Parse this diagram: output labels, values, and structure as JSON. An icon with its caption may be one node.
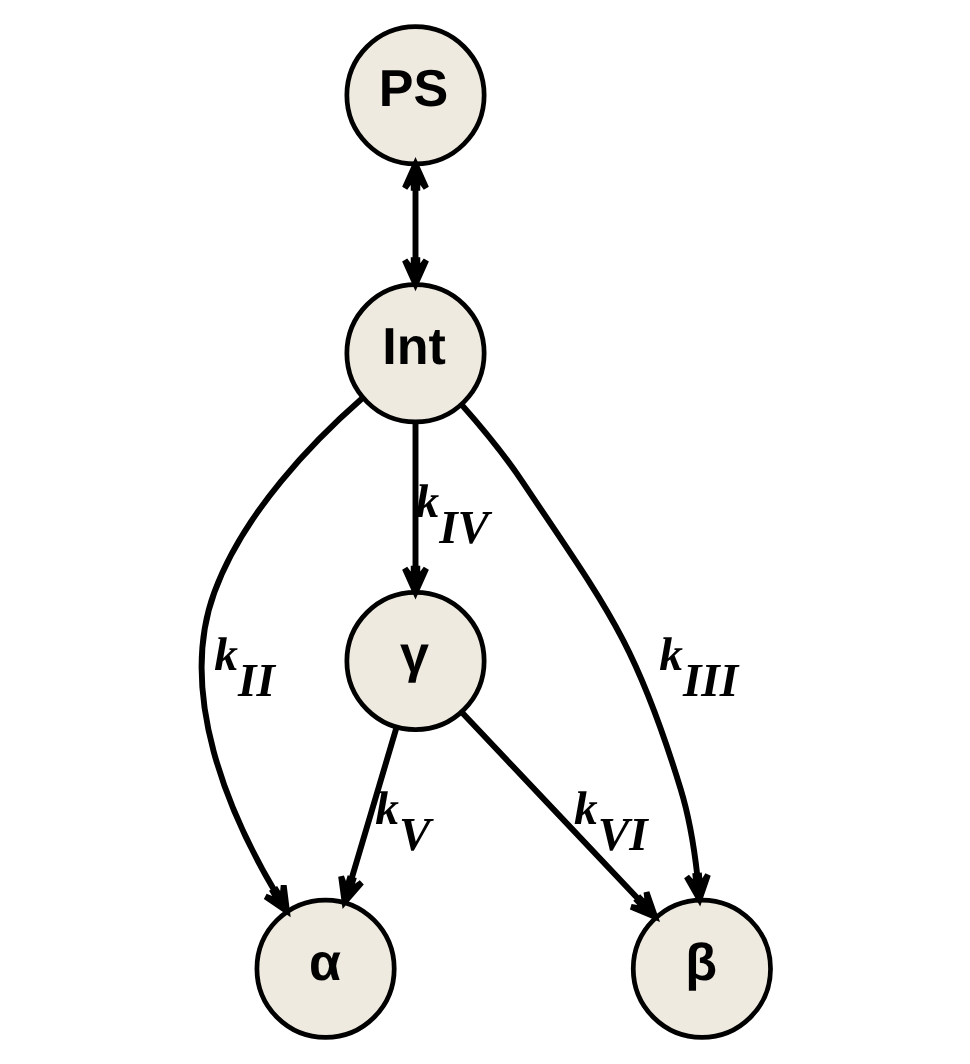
{
  "diagram": {
    "nodes": [
      {
        "text": [
          "PS"
        ]
      },
      {
        "text": [
          "Int"
        ]
      },
      {
        "text": [
          "α"
        ]
      },
      {
        "text": [
          "γ"
        ]
      },
      {
        "text": [
          "β"
        ]
      }
    ],
    "edges": [
      {
        "from": 0,
        "to": 1,
        "arrow": "both"
      },
      {
        "from": 1,
        "to": 2,
        "arrow": "to",
        "label": "k$_{II}$"
      },
      {
        "from": 1,
        "to": 4,
        "arrow": "to",
        "label": "k$_{III}$"
      },
      {
        "from": 1,
        "to": 3,
        "arrow": "to",
        "label": "k$_{IV}$"
      },
      {
        "from": 3,
        "to": 2,
        "arrow": "to",
        "label": "k$_{V}$"
      },
      {
        "from": 3,
        "to": 4,
        "arrow": "to",
        "label": "k$_{VI}$"
      }
    ]
  }
}
